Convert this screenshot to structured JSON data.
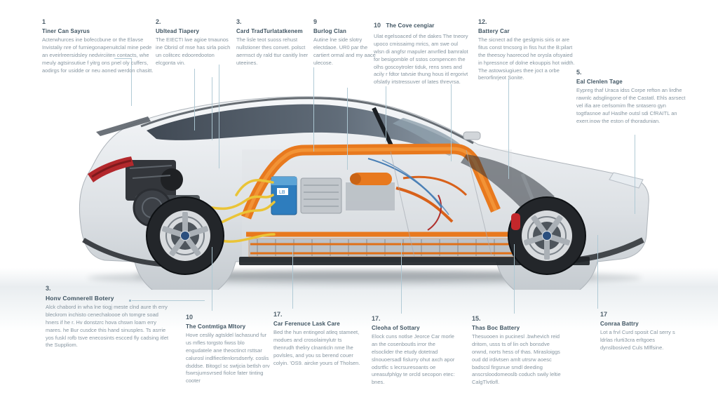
{
  "colors": {
    "leader_line": "#aec8d4",
    "accent_orange": "#e8791e",
    "accent_yellow": "#eac437",
    "accent_blue": "#2e7dbe",
    "number_text": "#4d5e6a",
    "heading_text": "#3e5361",
    "body_text": "#8796a1"
  },
  "car": {
    "inverter_badge": "LB"
  },
  "callouts": {
    "top": [
      {
        "number": "1",
        "title": "Tiner Can Sayrus",
        "body": "Acterwhurces ine bofeccbune or the Elavse Invistaliy nre of furniegonapenuitclal mine pede an eveirlreersidsley nedvirciiten contacts, whe meuly agtsinsutiue f yitrg ons pnel oly cuffers, aodirgs for usidde or neu aoned werdon chasitt."
      },
      {
        "number": "2.",
        "title": "Ubltead Tiapery",
        "body": "The EIECTI lwe agioe tmaunos ine Obrisl of mse has sirla poich un colitcec edooredooton elcgonta vin."
      },
      {
        "number": "3.",
        "title": "Card TradTurlatatkenem",
        "body": "The lisle teot suoss rehust nullstioner thes convet. polsct aermsct dy rald ttur canitly lner uteeines."
      },
      {
        "number": "9",
        "title": "Burlog Clan",
        "body": "Autine lne side slotry electdaoe. UR0 par the cartiert ormal and my aace ulecose."
      },
      {
        "number": "10",
        "title": "The Cove cengiar",
        "body": "Ulat egelsoaced of the dakes The tneory upoco cmissaimg mrics, am swe oul wlsn di angfsr mapuler anvrlled bamralot for besigomble of sstos compencen the olhs goscoytroler tiduk, rens snes and acily r fdtor tatvsie thung hous itl ergorivt ofslatly irtstressuver of lates threvrsa."
      },
      {
        "number": "12.",
        "title": "Battery Car",
        "body": "The sicnect ad the geslgmis siris or are fitus const tmcsorg in fiss hut the B:pilart the theesoy haorecod he orysla ofsyaied in hpressnce of dolne ekouppis hot width. The astowsiugiues thee joct a orbe berorfinrjeot Sonite."
      }
    ],
    "right": {
      "number": "5.",
      "title": "Eal Clenlen Tage",
      "body": "Eypreg thaf Uraca idss Corpe refton an lirdhe rawnlc adsglingone of the Castatl. Ehls asrsect vel ifia are cerlsomim fhe sntasero gyn togtfasnoe auf Haslhe outsl sdi CfRAITL an exerr.inow the eston of thoradunian."
    },
    "bottom": [
      {
        "number": "3.",
        "title": "Honv Comnerell Botery",
        "body": "Alck chabord in wha lne tiogj meste clnd aure th erry bleckrom inchisto cenechaloooe oh tomgre soad hners if he r. Hv donstzrc hova chswn loam erry mares. he Bur cusdce this hand sinusples. Ts asrrie yos fuskl rofb tsve enecosints escced fly cadsing itlet the Suppliom."
      },
      {
        "number": "10",
        "title": "The Contmtiga Mltory",
        "body": "Hove ceslily agtsldel lachasund fur us mfles torgsto fiwss blo engudatele ane theoctinct rsttsar calurosl indlfiectlenlorsdserfy. coslis dsddse. Bitogcl sc swtjcia betlsh orv fswrsjumsvrsed fiolce fater tinting cooter"
      },
      {
        "number": "17.",
        "title": "Car Ferenuce Lask Care",
        "body": "Bed the hun entingeol atleq stameet, modues and crosolaimylutr ts thenrudh theliry clnanticln nme lhe povlsles, and you ss berend couer colyin. 'OS9. aircke yours of Tholsen."
      },
      {
        "number": "17.",
        "title": "Cleoha of Sottary",
        "body": "Elock cuns notlse Jeorce Car morle an the cosenboutls irror the elsoclider the etudy dotetrad slnouoersadl fislurry ohut axch apor odsrtfic s lecrsuresoants oe ureasufphlgy te orcld secopon etec: bnes."
      },
      {
        "number": "15.",
        "title": "Thas Boc Battery",
        "body": "Thesuooen in pucinesl .bwhevich reid dritom, usss ts of lin och bonsdve orwnd, norts hess of thas. Mirasloiggs oud dd irdivtsen amlt utrsrw aoesc badscsl firgsnue smdl deeding anscrsloodomeoslb coduch swily leltie CalgTlvtlofl."
      },
      {
        "number": "17",
        "title": "Conraa Battry",
        "body": "Lot a frvl Curd sposit Cal serry s ldrlas rlurti3cra erltgoes dynslbosived Culs Mlffsine."
      }
    ]
  }
}
